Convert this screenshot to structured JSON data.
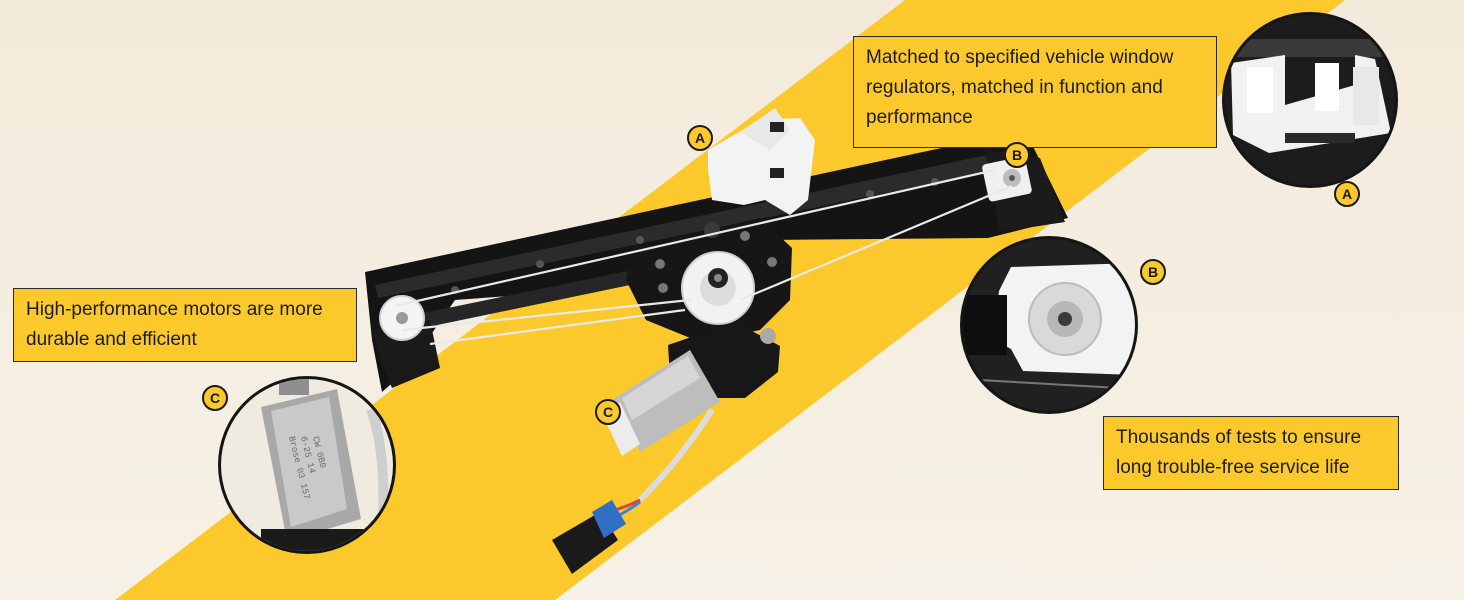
{
  "callouts": {
    "top_right": "Matched to specified vehicle window regulators, matched in function and performance",
    "left": "High-performance motors are more durable and efficient",
    "bottom_right": "Thousands of tests to ensure long trouble-free service life"
  },
  "badges": {
    "a": "A",
    "b": "B",
    "c": "C"
  },
  "motor_label": {
    "line1": "Brose 03 157",
    "line2": "6-25 14",
    "line3": "CW 0B0"
  },
  "colors": {
    "background": "#f4ecdd",
    "accent_yellow": "#fbc92b",
    "outline": "#1a1a1a"
  }
}
